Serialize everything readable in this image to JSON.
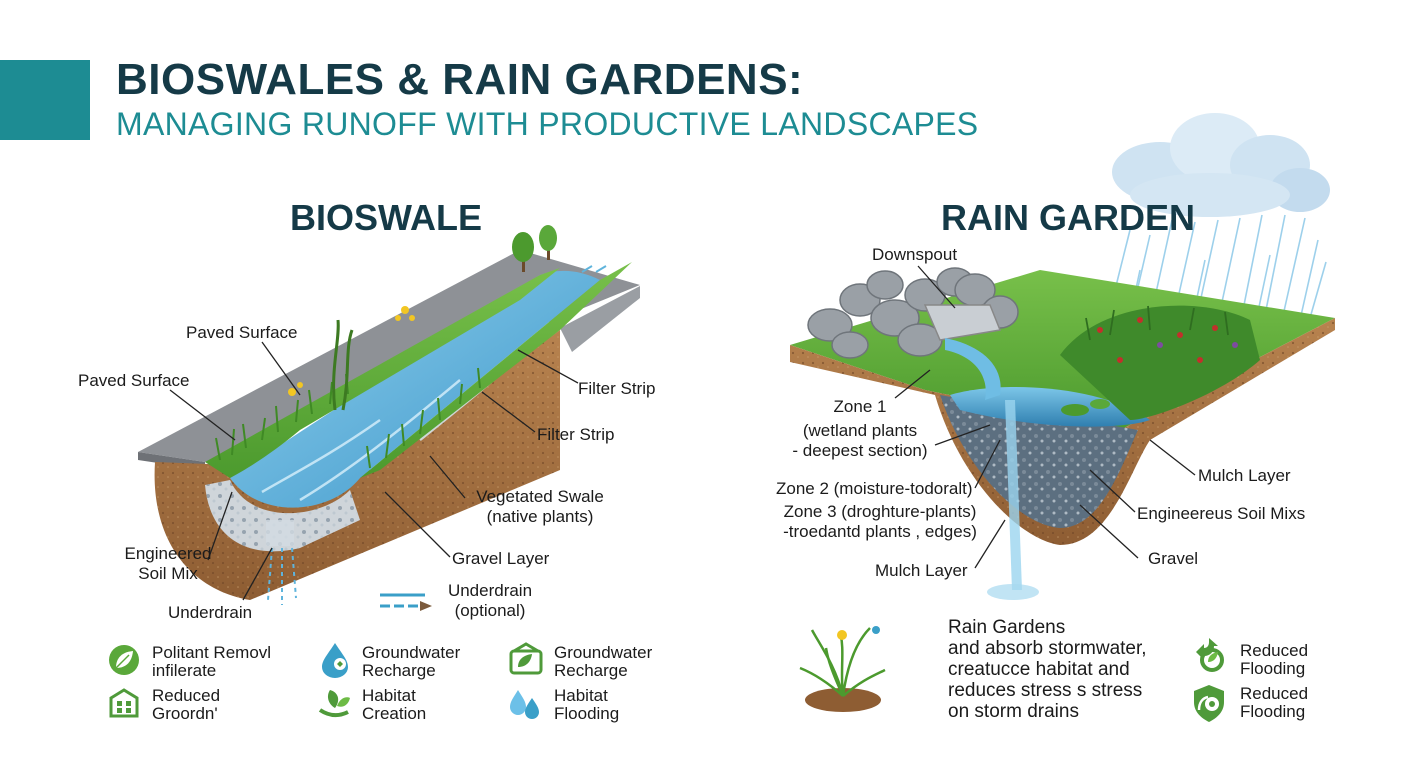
{
  "header": {
    "title": "BIOSWALES & RAIN GARDENS:",
    "subtitle": "MANAGING RUNOFF WITH PRODUCTIVE LANDSCAPES"
  },
  "bioswale": {
    "title": "BIOSWALE",
    "labels": {
      "paved_surface_1": "Paved Surface",
      "paved_surface_2": "Paved Surface",
      "filter_strip_1": "Filter Strip",
      "filter_strip_2": "Filter Strip",
      "vegetated_swale_1": "Vegetated Swale",
      "vegetated_swale_2": "(native plants)",
      "engineered_1": "Engineered",
      "engineered_2": "Soil Mix",
      "gravel_layer": "Gravel Layer",
      "underdrain": "Underdrain",
      "underdrain_opt_1": "Underdrain",
      "underdrain_opt_2": "(optional)"
    },
    "benefits": [
      {
        "line1": "Politant Removl",
        "line2": "infilerate",
        "icon": "leaf-icon"
      },
      {
        "line1": "Groundwater",
        "line2": "Recharge",
        "icon": "water-drop-icon"
      },
      {
        "line1": "Groundwater",
        "line2": "Recharge",
        "icon": "garden-icon"
      },
      {
        "line1": "Reduced",
        "line2": "Groordn'",
        "icon": "building-icon"
      },
      {
        "line1": "Habitat",
        "line2": "Creation",
        "icon": "plant-hand-icon"
      },
      {
        "line1": "Habitat",
        "line2": "Flooding",
        "icon": "droplets-icon"
      }
    ]
  },
  "rain_garden": {
    "title": "RAIN GARDEN",
    "labels": {
      "downspout": "Downspout",
      "zone1_1": "Zone 1",
      "zone1_2": "(wetland plants",
      "zone1_3": "- deepest section)",
      "zone2": "Zone 2 (moisture-todoralt)",
      "zone3_1": "Zone 3 (droghture-plants)",
      "zone3_2": "-troedantd plants , edges)",
      "mulch_layer_1": "Mulch Layer",
      "mulch_layer_2": "Mulch Layer",
      "engineered_soil": "Engineereus Soil Mixs",
      "gravel": "Gravel"
    },
    "description": [
      "Rain Gardens",
      "and absorb stormwater,",
      "creatucce habitat and",
      "reduces stress s stress",
      "on storm drains"
    ],
    "benefits": [
      {
        "line1": "Reduced",
        "line2": "Flooding",
        "icon": "recycle-leaf-icon"
      },
      {
        "line1": "Reduced",
        "line2": "Flooding",
        "icon": "shield-leaf-icon"
      }
    ]
  },
  "colors": {
    "accent": "#1d8c93",
    "title": "#153a47",
    "grass": "#5aa83a",
    "water": "#5fb4dc",
    "soil": "#a9774a",
    "icon_green": "#4f9a3a"
  }
}
